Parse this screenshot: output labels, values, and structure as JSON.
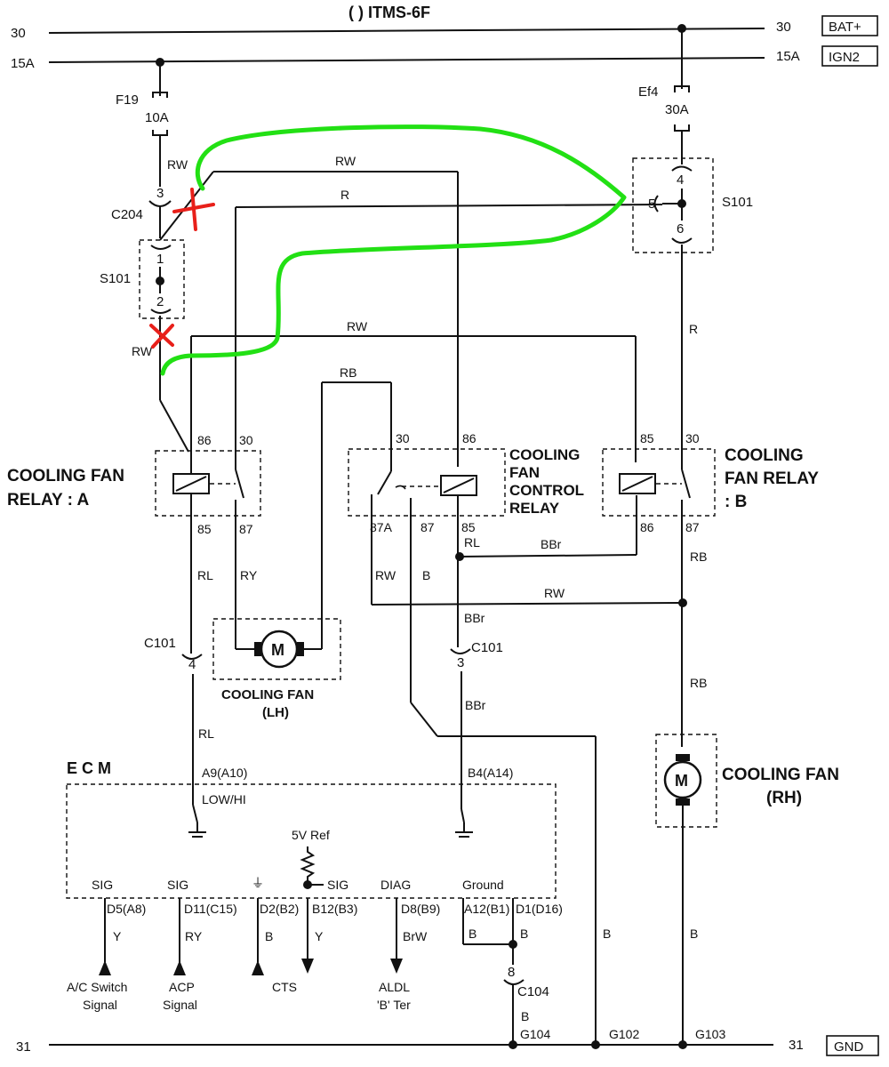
{
  "title": "(    ) ITMS-6F",
  "rails": {
    "bat_left": "30",
    "bat_right": "30",
    "bat_box": "BAT+",
    "ign_left": "15A",
    "ign_right": "15A",
    "ign_box": "IGN2",
    "gnd_left": "31",
    "gnd_right": "31",
    "gnd_box": "GND"
  },
  "fuses": {
    "f19": "F19",
    "f19_rating": "10A",
    "ef4": "Ef4",
    "ef4_rating": "30A"
  },
  "connectors": {
    "c204": "C204",
    "c204_pin": "3",
    "s101_left": "S101",
    "s101_left_pin1": "1",
    "s101_left_pin2": "2",
    "s101_right": "S101",
    "s101_right_pin4": "4",
    "s101_right_pin5": "5",
    "s101_right_pin6": "6",
    "c101_left": "C101",
    "c101_left_pin": "4",
    "c101_right": "C101",
    "c101_right_pin": "3",
    "c104": "C104",
    "c104_pin": "8"
  },
  "wires": {
    "rw_top_left": "RW",
    "rw_top": "RW",
    "r_top": "R",
    "rw_left2": "RW",
    "rw_mid": "RW",
    "rb_top": "RB",
    "r_right": "R",
    "bbr_mid": "BBr",
    "rl_ctrl": "RL",
    "rw_87a": "RW",
    "b_87": "B",
    "rw_lower": "RW",
    "rb_right": "RB",
    "rl_a": "RL",
    "ry_a": "RY",
    "bbr_c101": "BBr",
    "bbr_lower": "BBr",
    "rl_lower": "RL",
    "rb_right2": "RB",
    "b_g102": "B",
    "b_rh": "B",
    "b_c104": "B",
    "y1": "Y",
    "ry2": "RY",
    "b3": "B",
    "y4": "Y",
    "brw5": "BrW",
    "b6": "B",
    "b7": "B"
  },
  "relays": {
    "a_label_line1": "COOLING FAN",
    "a_label_line2": "RELAY : A",
    "a_pin86": "86",
    "a_pin30": "30",
    "a_pin85": "85",
    "a_pin87": "87",
    "ctrl_label_line1": "COOLING",
    "ctrl_label_line2": "FAN",
    "ctrl_label_line3": "CONTROL",
    "ctrl_label_line4": "RELAY",
    "ctrl_pin30": "30",
    "ctrl_pin86": "86",
    "ctrl_pin87a": "87A",
    "ctrl_pin87": "87",
    "ctrl_pin85": "85",
    "b_label_line1": "COOLING",
    "b_label_line2": "FAN RELAY",
    "b_label_line3": ": B",
    "b_pin85": "85",
    "b_pin30": "30",
    "b_pin86": "86",
    "b_pin87": "87"
  },
  "motors": {
    "m": "M",
    "lh_line1": "COOLING FAN",
    "lh_line2": "(LH)",
    "rh_line1": "COOLING FAN",
    "rh_line2": "(RH)"
  },
  "ecm": {
    "title": "E  C  M",
    "pin_a9": "A9(A10)",
    "low_hi": "LOW/HI",
    "pin_b4": "B4(A14)",
    "ref5v": "5V Ref",
    "sig_ref": "SIG",
    "sig1": "SIG",
    "sig2": "SIG",
    "diag": "DIAG",
    "ground": "Ground",
    "pin_d5": "D5(A8)",
    "pin_d11": "D11(C15)",
    "pin_d2": "D2(B2)",
    "pin_b12": "B12(B3)",
    "pin_d8": "D8(B9)",
    "pin_a12": "A12(B1)",
    "pin_d1": "D1(D16)"
  },
  "signals": {
    "ac1": "A/C Switch",
    "ac2": "Signal",
    "acp1": "ACP",
    "acp2": "Signal",
    "cts": "CTS",
    "aldl1": "ALDL",
    "aldl2": "'B' Ter"
  },
  "grounds": {
    "g104": "G104",
    "g102": "G102",
    "g103": "G103"
  }
}
